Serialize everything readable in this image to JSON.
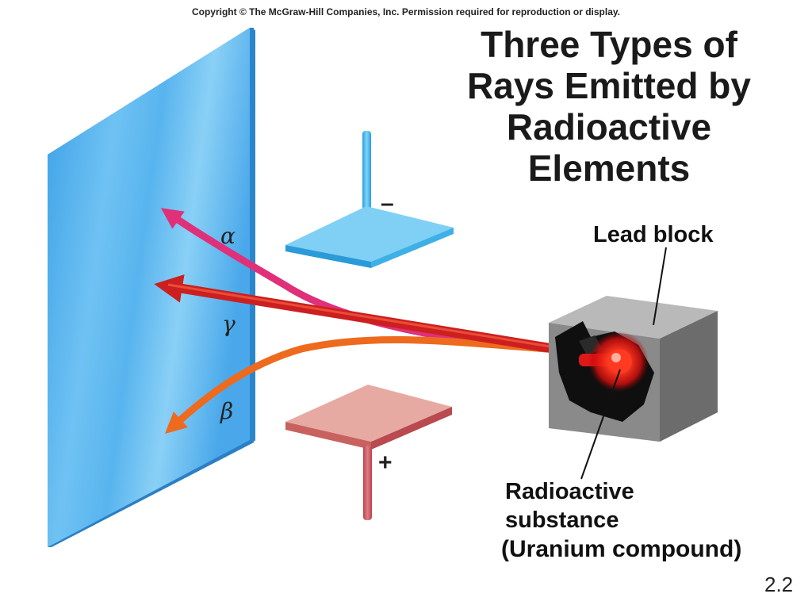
{
  "copyright": "Copyright © The McGraw-Hill Companies, Inc. Permission required for reproduction or display.",
  "title": "Three Types of Rays Emitted by Radioactive Elements",
  "labels": {
    "lead_block": "Lead block",
    "substance_line1": "Radioactive",
    "substance_line2": "substance",
    "substance_line3": "(Uranium compound)",
    "alpha": "α",
    "gamma": "γ",
    "beta": "β",
    "minus": "–",
    "plus": "+"
  },
  "slide_number": "2.2",
  "colors": {
    "screen": "#55b3ee",
    "negative_plate": "#5bc2ef",
    "positive_plate": "#e09a92",
    "alpha_ray": "#e0307a",
    "gamma_ray": "#cc1f1f",
    "beta_ray": "#ee6a1e",
    "lead_block": "#7f7f7f",
    "source_glow": "#ff2a1a"
  }
}
